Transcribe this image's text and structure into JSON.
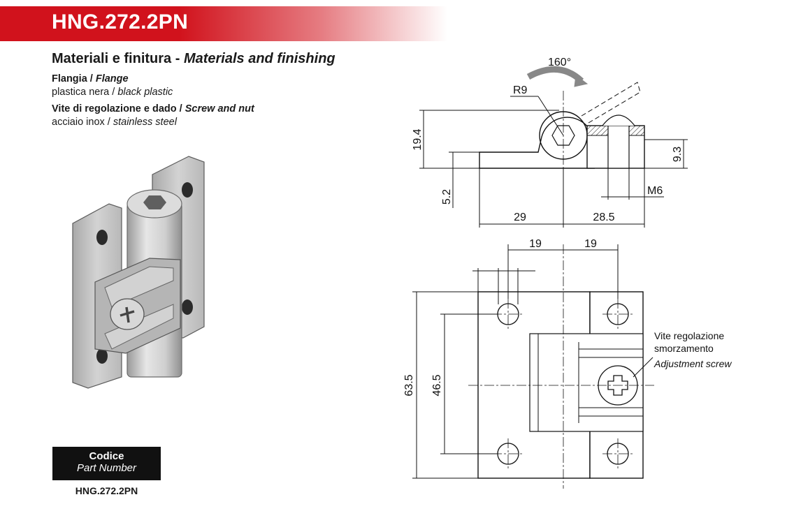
{
  "header": {
    "code": "HNG.272.2PN"
  },
  "materials": {
    "title_it": "Materiali e finitura - ",
    "title_en": "Materials and finishing",
    "items": [
      {
        "label_it": "Flangia / ",
        "label_en": "Flange",
        "value_it": "plastica nera / ",
        "value_en": "black plastic"
      },
      {
        "label_it": "Vite di regolazione e dado / ",
        "label_en": "Screw and nut",
        "value_it": "acciaio inox / ",
        "value_en": "stainless steel"
      }
    ]
  },
  "drawing": {
    "angle": "160°",
    "radius": "R9",
    "dims": {
      "height_total": "19.4",
      "height_flange": "5.2",
      "height_right": "9.3",
      "thread": "M6",
      "left_len": "29",
      "right_len": "28.5",
      "hole_left": "19",
      "hole_right": "19",
      "overall_h": "63.5",
      "hole_pitch": "46.5"
    },
    "note_it_1": "Vite regolazione",
    "note_it_2": "smorzamento",
    "note_en": "Adjustment screw"
  },
  "part": {
    "code_label_it": "Codice",
    "code_label_en": "Part Number",
    "number": "HNG.272.2PN"
  },
  "colors": {
    "brand_red": "#d1121c",
    "part_gray": "#c9c9c9"
  }
}
